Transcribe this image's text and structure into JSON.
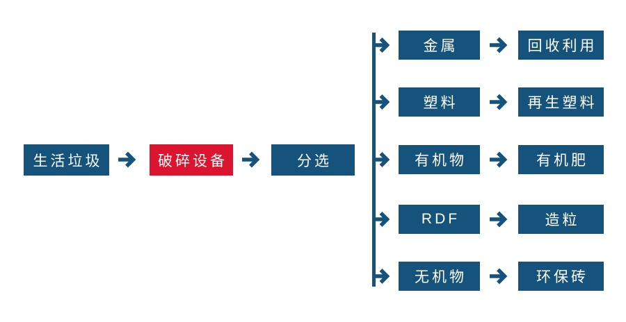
{
  "diagram": {
    "title": "waste-processing-flow",
    "colors": {
      "node_blue": "#16537C",
      "node_red": "#DB1430",
      "text": "#FFFFFF",
      "connector": "#16537C"
    },
    "main_flow": [
      {
        "label": "生活垃圾",
        "style": "blue"
      },
      {
        "label": "破碎设备",
        "style": "red"
      },
      {
        "label": "分选",
        "style": "blue"
      }
    ],
    "branches": [
      {
        "source": "金属",
        "result": "回收利用"
      },
      {
        "source": "塑料",
        "result": "再生塑料"
      },
      {
        "source": "有机物",
        "result": "有机肥"
      },
      {
        "source": "RDF",
        "result": "造粒"
      },
      {
        "source": "无机物",
        "result": "环保砖"
      }
    ]
  }
}
